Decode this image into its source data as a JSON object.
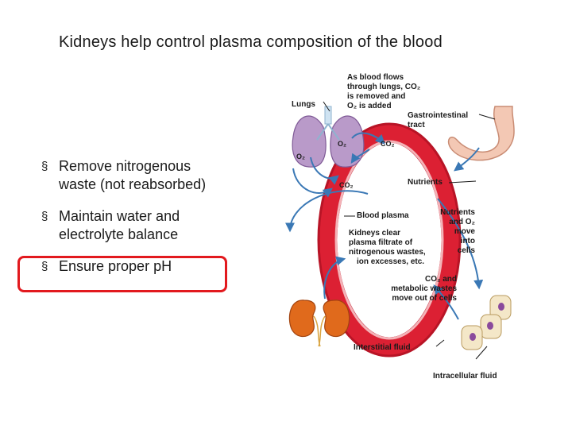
{
  "slide": {
    "title": "Kidneys help control plasma composition of the blood",
    "bullet_glyph": "§",
    "bullets": [
      {
        "line1": "Remove nitrogenous",
        "line2": "waste (not reabsorbed)"
      },
      {
        "line1": "Maintain water and",
        "line2": "electrolyte balance"
      },
      {
        "line1": "Ensure proper pH",
        "line2": ""
      }
    ],
    "highlighted_bullet_index": 2
  },
  "figure": {
    "lungs_label": "Lungs",
    "lungs_note": [
      "As blood flows",
      "through lungs, CO₂",
      "is removed and",
      "O₂ is added"
    ],
    "gi_label": [
      "Gastrointestinal",
      "tract"
    ],
    "o2_a": "O₂",
    "o2_b": "O₂",
    "co2_a": "CO₂",
    "co2_b": "CO₂",
    "nutrients": "Nutrients",
    "blood_plasma": "Blood plasma",
    "nutrients_o2_move": [
      "Nutrients",
      "and O₂",
      "move",
      "into",
      "cells"
    ],
    "kidneys_note": [
      "Kidneys clear",
      "plasma filtrate of",
      "nitrogenous wastes,",
      "ion excesses, etc."
    ],
    "co2_wastes": [
      "CO₂ and",
      "metabolic wastes",
      "move out of cells"
    ],
    "interstitial_fluid": "Interstitial fluid",
    "intracellular_fluid": "Intracellular fluid",
    "colors": {
      "ring": "#dc2033",
      "ring_inner": "#f4b3b8",
      "lungs": "#b99ac9",
      "kidney": "#e06a1c",
      "stomach": "#f3c8b4",
      "cell": "#f4e7c8",
      "arrow": "#3a78b5",
      "highlight": "#e2191e"
    }
  }
}
